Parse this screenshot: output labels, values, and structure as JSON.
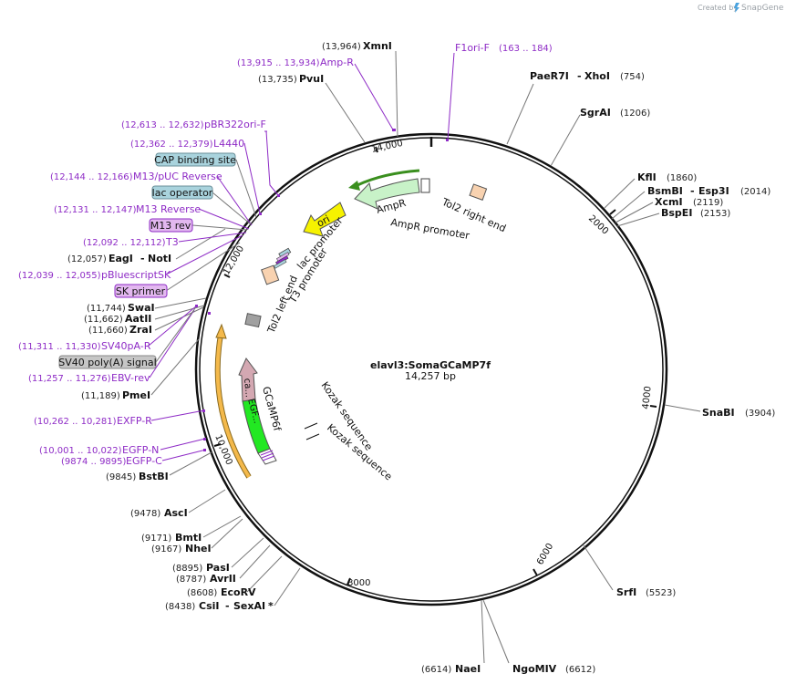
{
  "branding": {
    "created_by": "Created by",
    "brand": "SnapGene"
  },
  "map": {
    "name": "elavl3:SomaGCaMP7f",
    "length_label": "14,257 bp",
    "ticks": [
      "2000",
      "4000",
      "6000",
      "8000",
      "10,000",
      "12,000",
      "14,000"
    ]
  },
  "enzymes": [
    {
      "pos": "(13,964)",
      "name": "XmnI"
    },
    {
      "pos": "(13,735)",
      "name": "PvuI"
    },
    {
      "name": "PaeR7I",
      "name2": "XhoI",
      "pos": "(754)"
    },
    {
      "name": "SgrAI",
      "pos": "(1206)"
    },
    {
      "name": "KflI",
      "pos": "(1860)"
    },
    {
      "name": "BsmBI",
      "name2": "Esp3I",
      "pos": "(2014)"
    },
    {
      "name": "XcmI",
      "pos": "(2119)"
    },
    {
      "name": "BspEI",
      "pos": "(2153)"
    },
    {
      "name": "SnaBI",
      "pos": "(3904)"
    },
    {
      "name": "SrfI",
      "pos": "(5523)"
    },
    {
      "pos": "(6614)",
      "name": "NaeI"
    },
    {
      "name": "NgoMIV",
      "pos": "(6612)"
    },
    {
      "pos": "(12,057)",
      "name": "EagI",
      "name2": "NotI"
    },
    {
      "pos": "(11,744)",
      "name": "SwaI"
    },
    {
      "pos": "(11,662)",
      "name": "AatII"
    },
    {
      "pos": "(11,660)",
      "name": "ZraI"
    },
    {
      "pos": "(11,189)",
      "name": "PmeI"
    },
    {
      "pos": "(9845)",
      "name": "BstBI"
    },
    {
      "pos": "(9478)",
      "name": "AscI"
    },
    {
      "pos": "(9171)",
      "name": "BmtI"
    },
    {
      "pos": "(9167)",
      "name": "NheI"
    },
    {
      "pos": "(8895)",
      "name": "PasI"
    },
    {
      "pos": "(8787)",
      "name": "AvrII"
    },
    {
      "pos": "(8608)",
      "name": "EcoRV"
    },
    {
      "pos": "(8438)",
      "name": "CsiI",
      "name2": "SexAI",
      "mark": "*"
    }
  ],
  "primers": [
    {
      "name": "F1ori-F",
      "range": "(163 .. 184)"
    },
    {
      "range": "(13,915 .. 13,934)",
      "name": "Amp-R"
    },
    {
      "range": "(12,613 .. 12,632)",
      "name": "pBR322ori-F"
    },
    {
      "range": "(12,362 .. 12,379)",
      "name": "L4440"
    },
    {
      "range": "(12,144 .. 12,166)",
      "name": "M13/pUC Reverse"
    },
    {
      "range": "(12,131 .. 12,147)",
      "name": "M13 Reverse"
    },
    {
      "range": "(12,092 .. 12,112)",
      "name": "T3"
    },
    {
      "range": "(12,039 .. 12,055)",
      "name": "pBluescriptSK"
    },
    {
      "range": "(11,311 .. 11,330)",
      "name": "SV40pA-R"
    },
    {
      "range": "(11,257 .. 11,276)",
      "name": "EBV-rev"
    },
    {
      "range": "(10,262 .. 10,281)",
      "name": "EXFP-R"
    },
    {
      "range": "(10,001 .. 10,022)",
      "name": "EGFP-N"
    },
    {
      "range": "(9874 .. 9895)",
      "name": "EGFP-C"
    }
  ],
  "boxed_labels": [
    {
      "name": "CAP binding site",
      "color": "#a9d3dd"
    },
    {
      "name": "lac operator",
      "color": "#a9d3dd"
    },
    {
      "name": "M13 rev",
      "color": "#e2b8ef"
    },
    {
      "name": "SK primer",
      "color": "#e2b8ef"
    },
    {
      "name": "SV40 poly(A) signal",
      "color": "#c6c6c6"
    }
  ],
  "features": {
    "ampr": "AmpR",
    "ampr_promoter": "AmpR promoter",
    "tol2_right": "Tol2 right end",
    "ori": "ori",
    "lac_promoter": "lac promoter",
    "t3_promoter": "T3 promoter",
    "tol2_left": "Tol2 left end",
    "gcamp": "GCaMP6f",
    "ca": "ca...",
    "egf": "EGF...",
    "kozak1": "Kozak sequence",
    "kozak2": "Kozak sequence"
  },
  "colors": {
    "primer": "#8e2bc6",
    "ampr_fill": "#c8f2c8",
    "ori_fill": "#f6f200",
    "tol2_fill": "#f8d2b0",
    "gcamp_fill": "#d4a8b2",
    "egfp_fill": "#22e822",
    "cds_arc": "#f4b94b",
    "gray_box": "#a0a0a0",
    "brand_blue": "#4aa3df"
  }
}
